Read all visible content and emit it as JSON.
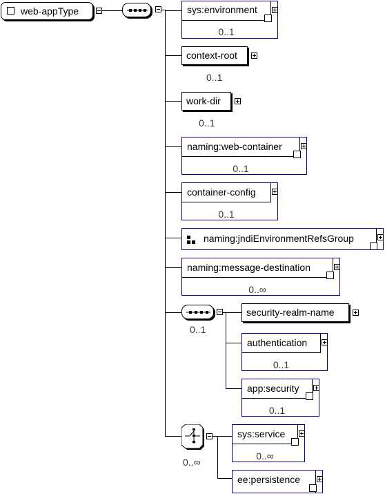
{
  "root": {
    "label": "web-appType"
  },
  "elements": [
    {
      "label": "sys:environment",
      "card": "0..1"
    },
    {
      "label": "context-root",
      "card": "0..1"
    },
    {
      "label": "work-dir",
      "card": "0..1"
    },
    {
      "label": "naming:web-container",
      "card": "0..1"
    },
    {
      "label": "container-config",
      "card": "0..1"
    },
    {
      "label": "naming:jndiEnvironmentRefsGroup"
    },
    {
      "label": "naming:message-destination",
      "card": "0..∞"
    }
  ],
  "security_group": {
    "card": "0..1",
    "children": [
      {
        "label": "security-realm-name"
      },
      {
        "label": "authentication",
        "card": "0..1"
      },
      {
        "label": "app:security",
        "card": "0..1"
      }
    ]
  },
  "choice_group": {
    "card": "0..∞",
    "children": [
      {
        "label": "sys:service",
        "card": "0..∞"
      },
      {
        "label": "ee:persistence"
      }
    ]
  }
}
